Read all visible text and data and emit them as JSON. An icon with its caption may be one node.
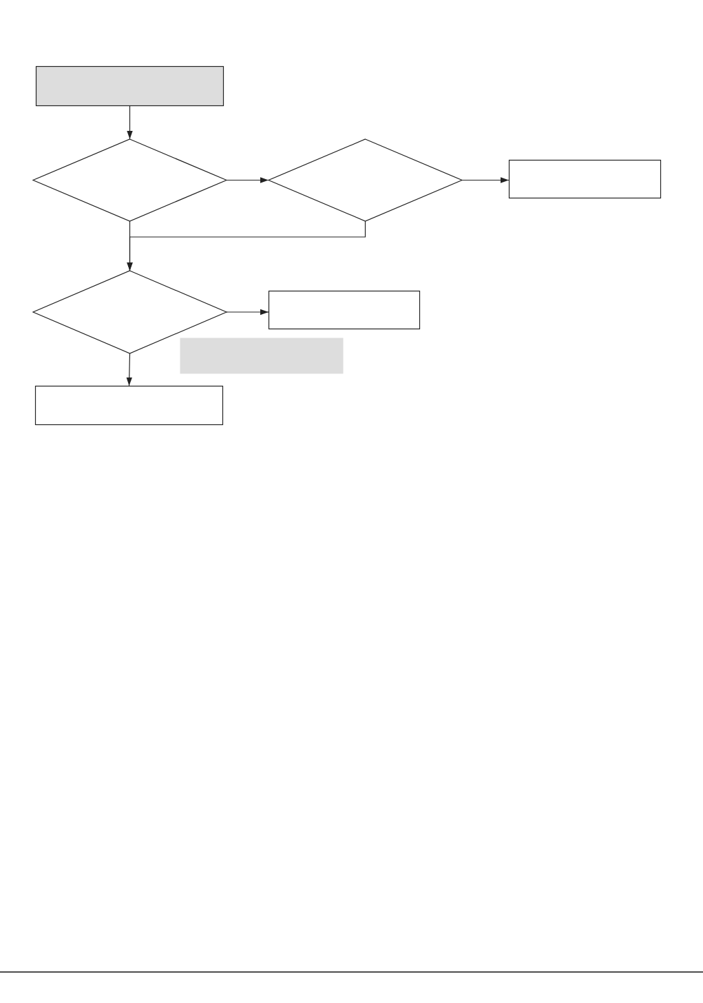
{
  "diagram": {
    "nodes": [
      {
        "text": [],
        "shape": "box"
      },
      {
        "text": [],
        "shape": "diamond"
      },
      {
        "text": [],
        "shape": "diamond"
      },
      {
        "text": [],
        "shape": "box"
      },
      {
        "text": [],
        "shape": "diamond"
      },
      {
        "text": [],
        "shape": "box"
      },
      {
        "text": [],
        "shape": "box"
      },
      {
        "text": [],
        "shape": "box"
      }
    ],
    "edges": [
      {
        "from": 0,
        "to": 1,
        "arrow": "to"
      },
      {
        "from": 1,
        "to": 2,
        "arrow": "to"
      },
      {
        "from": 2,
        "to": 3,
        "arrow": "to"
      },
      {
        "from": 1,
        "to": 4,
        "arrow": "to"
      },
      {
        "from": 2,
        "to": 4,
        "arrow": "to"
      },
      {
        "from": 4,
        "to": 5,
        "arrow": "to"
      },
      {
        "from": 4,
        "to": 7,
        "arrow": "to"
      }
    ]
  }
}
